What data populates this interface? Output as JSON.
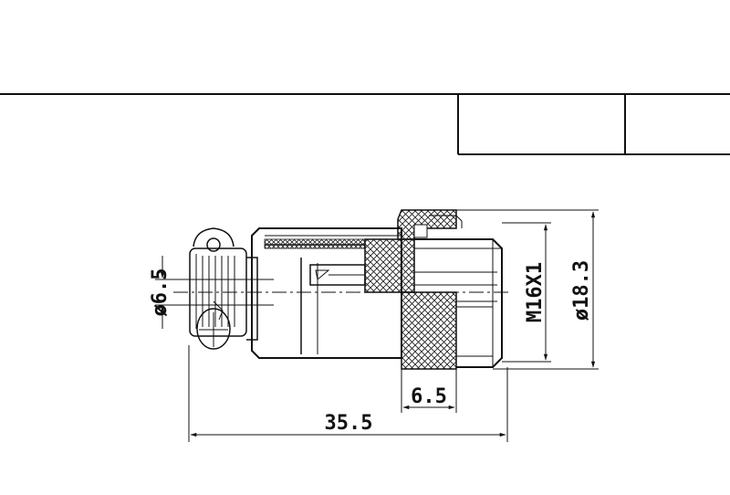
{
  "drawing": {
    "dimensions": {
      "overall_length": "35.5",
      "flange_width": "6.5",
      "left_diameter": "ø6.5",
      "thread": "M16X1",
      "body_diameter": "ø18.3"
    }
  }
}
